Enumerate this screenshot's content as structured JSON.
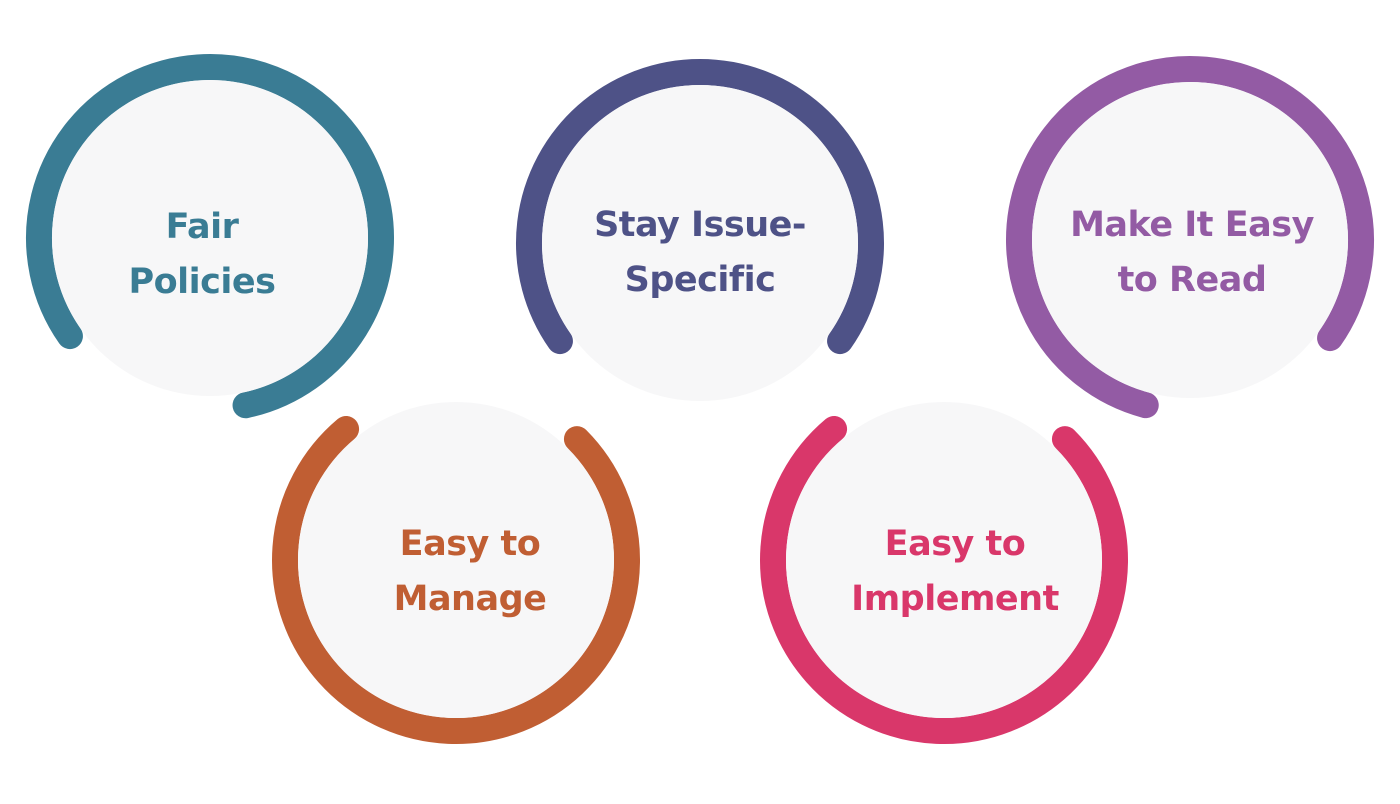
{
  "diagram": {
    "background": "#ffffff",
    "fill": "#f7f7f8",
    "nodes": [
      {
        "id": "fair-policies",
        "lines": [
          "Fair",
          "Policies"
        ],
        "color": "#3a7c94"
      },
      {
        "id": "easy-to-manage",
        "lines": [
          "Easy to",
          "Manage"
        ],
        "color": "#c05e33"
      },
      {
        "id": "stay-issue-specific",
        "lines": [
          "Stay Issue-",
          "Specific"
        ],
        "color": "#4e5287"
      },
      {
        "id": "easy-to-implement",
        "lines": [
          "Easy to",
          "Implement"
        ],
        "color": "#d9376a"
      },
      {
        "id": "make-it-easy-to-read",
        "lines": [
          "Make It Easy",
          "to Read"
        ],
        "color": "#935ba4"
      }
    ]
  }
}
